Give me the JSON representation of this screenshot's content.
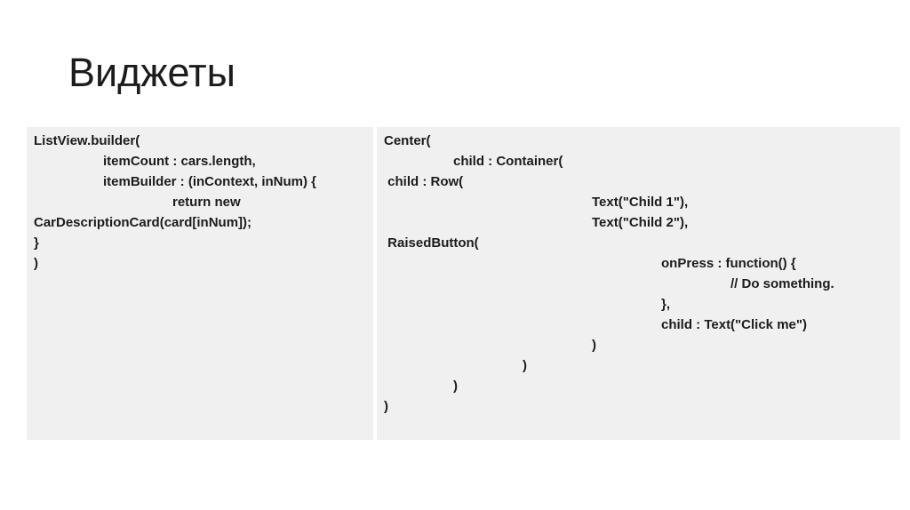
{
  "slide": {
    "title": "Виджеты",
    "colors": {
      "background": "#ffffff",
      "code_block_bg": "#f0f0f1",
      "text": "#1c1c1c"
    }
  },
  "code_blocks": {
    "left": {
      "lines": [
        "ListView.builder(",
        "\t\titemCount : cars.length,",
        "\t\titemBuilder : (inContext, inNum) {",
        "\t\t\t\treturn new",
        "CarDescriptionCard(card[inNum]);",
        "}",
        ")"
      ]
    },
    "right": {
      "lines": [
        "Center(",
        "\t\tchild : Container(",
        " child : Row(",
        "\t\t\t\t\t\tText(\"Child 1\"),",
        "\t\t\t\t\t\tText(\"Child 2\"),",
        " RaisedButton(",
        "\t\t\t\t\t\t\t\tonPress : function() {",
        "\t\t\t\t\t\t\t\t\t\t// Do something.",
        "\t\t\t\t\t\t\t\t},",
        "\t\t\t\t\t\t\t\tchild : Text(\"Click me\")",
        "\t\t\t\t\t\t)",
        "\t\t\t\t)",
        "\t\t)",
        ")"
      ]
    }
  }
}
